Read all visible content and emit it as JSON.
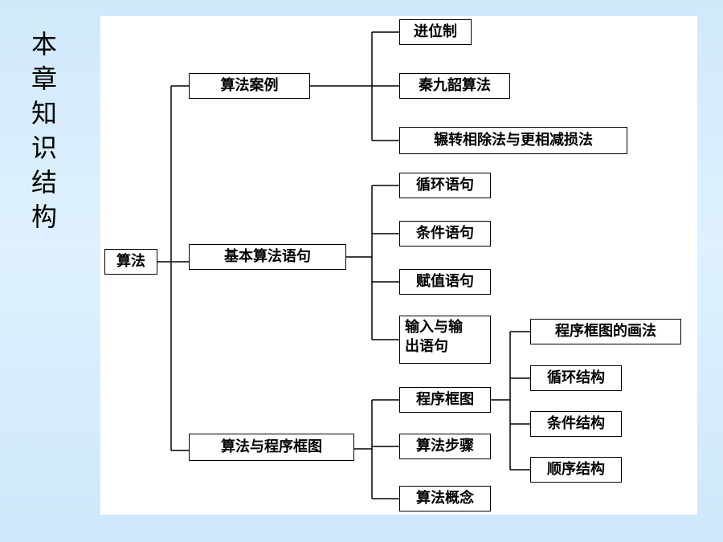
{
  "side_title": "本\n章\n知\n识\n结\n构",
  "diagram": {
    "root": "算法",
    "branches": [
      {
        "label": "算法案例",
        "children": [
          "进位制",
          "秦九韶算法",
          "辗转相除法与更相减损法"
        ]
      },
      {
        "label": "基本算法语句",
        "children": [
          "循环语句",
          "条件语句",
          "赋值语句",
          "输入与输\n出语句"
        ]
      },
      {
        "label": "算法与程序框图",
        "children": [
          "程序框图",
          "算法步骤",
          "算法概念"
        ]
      }
    ],
    "flowchart_children": [
      "程序框图的画法",
      "循环结构",
      "条件结构",
      "顺序结构"
    ]
  }
}
